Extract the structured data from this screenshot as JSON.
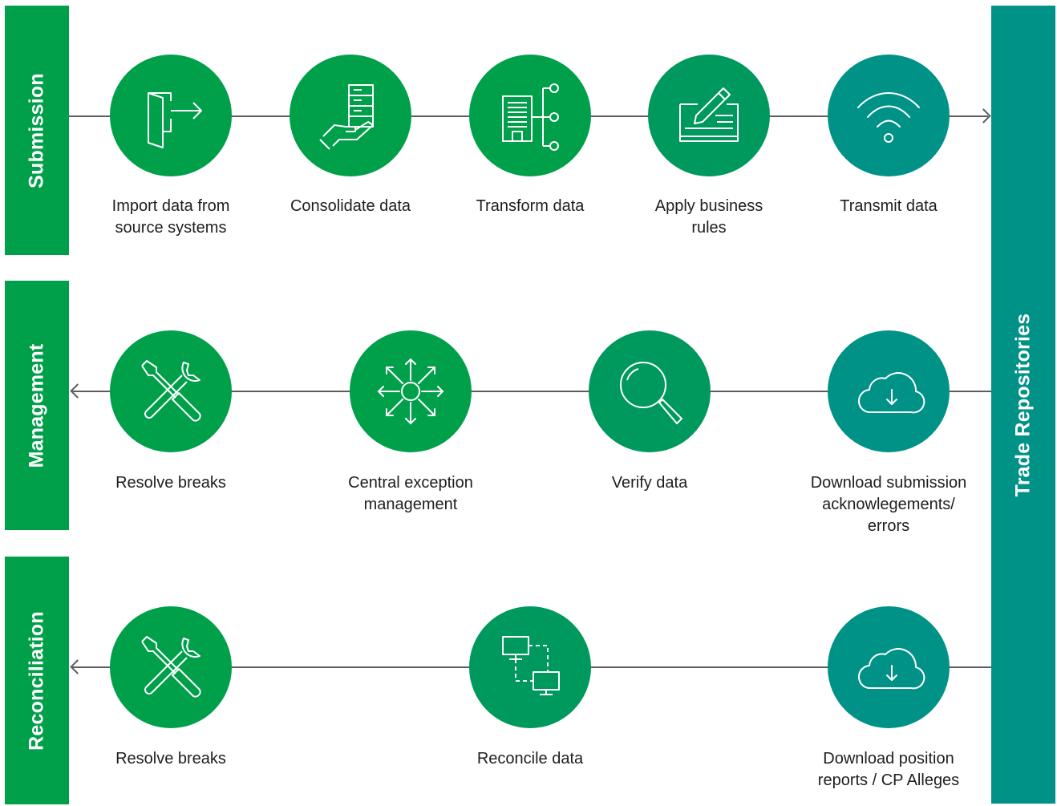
{
  "colors": {
    "submission_bar": "#00a04b",
    "management_bar": "#00a04b",
    "reconciliation_bar": "#00a04b",
    "trade_repositories_bar": "#009287",
    "circle_green": "#00a04b",
    "circle_mid": "#00995d",
    "circle_teal": "#009287",
    "connector": "#5d5d5d"
  },
  "side_labels": {
    "submission": "Submission",
    "management": "Management",
    "reconciliation": "Reconciliation",
    "trade_repositories": "Trade Repositories"
  },
  "submission_steps": [
    {
      "icon": "door-exit-icon",
      "label": "Import data from\nsource systems"
    },
    {
      "icon": "hand-server-icon",
      "label": "Consolidate data"
    },
    {
      "icon": "building-network-icon",
      "label": "Transform data"
    },
    {
      "icon": "document-pen-icon",
      "label": "Apply business\nrules"
    },
    {
      "icon": "wifi-icon",
      "label": "Transmit data"
    }
  ],
  "management_steps": [
    {
      "icon": "tools-icon",
      "label": "Resolve breaks"
    },
    {
      "icon": "hub-arrows-icon",
      "label": "Central exception\nmanagement"
    },
    {
      "icon": "magnifier-icon",
      "label": "Verify data"
    },
    {
      "icon": "cloud-download-icon",
      "label": "Download submission\nacknowlegements/\nerrors"
    }
  ],
  "reconciliation_steps": [
    {
      "icon": "tools-icon",
      "label": "Resolve breaks"
    },
    {
      "icon": "monitors-sync-icon",
      "label": "Reconcile data"
    },
    {
      "icon": "cloud-download-icon",
      "label": "Download position\nreports / CP Alleges"
    }
  ]
}
